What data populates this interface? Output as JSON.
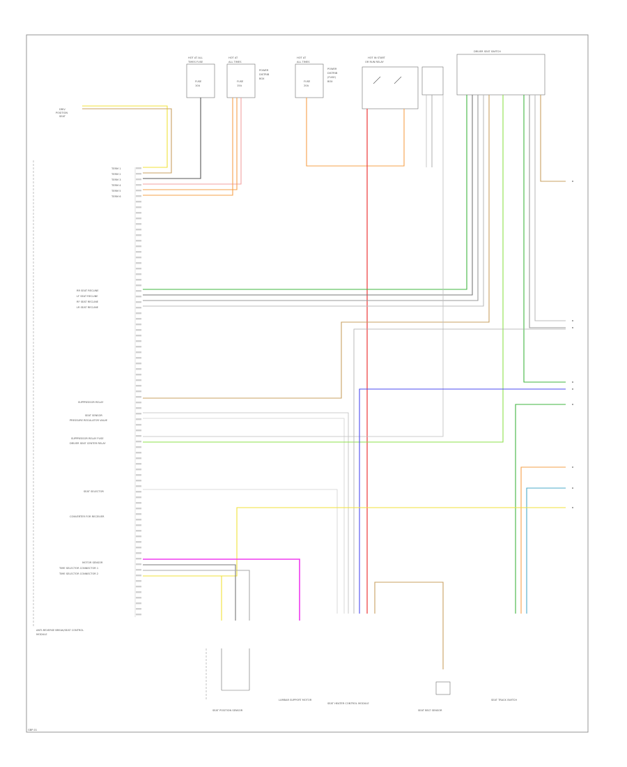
{
  "diagram": {
    "page_label": "GBP-01",
    "left_module_label_1": "ANTI-REVERSE BREAK/SEAT CONTROL",
    "left_module_label_2": "MODULE",
    "right_component_caption": "DRIVER SEAT SWITCH",
    "bottom_captions": [
      "SEAT POSITION SENSOR",
      "LUMBAR SUPPORT MOTOR",
      "SEAT HEATER CONTROL MODULE",
      "SEAT BELT SENSOR",
      "SEAT TRACK SWITCH"
    ],
    "colors": {
      "yellow": "#f0e23a",
      "tan": "#c8a060",
      "orange": "#f5a04a",
      "gray": "#777777",
      "lightgray": "#bdbdbd",
      "pink": "#f3a0a0",
      "red": "#ef4444",
      "green": "#3fb43f",
      "lime": "#8ee04a",
      "blue": "#4a4af0",
      "teal": "#4aa8c8",
      "magenta": "#ef3aef",
      "black": "#333333"
    }
  }
}
